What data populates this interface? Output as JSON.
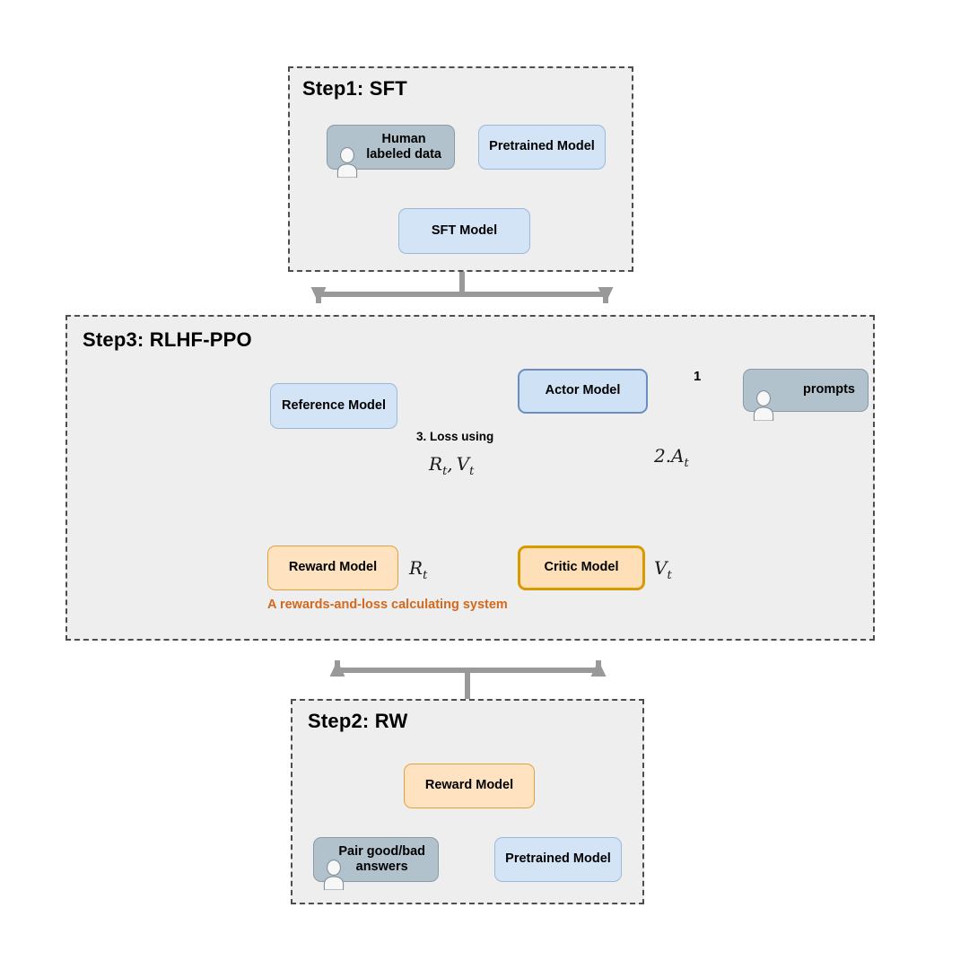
{
  "diagram": {
    "title_visible": false,
    "colors": {
      "group_fill": "#eeeeee",
      "group_border": "#4d4d4d",
      "blue_fill": "#d4e4f7",
      "blue_border": "#9cb8d8",
      "blue_strong_border": "#6c8ebf",
      "gray_fill": "#b1c2cc",
      "orange_fill": "#ffe2bf",
      "orange_border": "#e0a33c",
      "orange_strong_border": "#d79b00",
      "orange_text": "#d2691e",
      "connector_gray": "#999999",
      "wire_black": "#333333"
    }
  },
  "step1": {
    "title": "Step1: SFT",
    "nodes": {
      "human_labeled_data": "Human\nlabeled data",
      "pretrained_model": "Pretrained Model",
      "sft_model": "SFT Model"
    }
  },
  "step3": {
    "title": "Step3: RLHF-PPO",
    "subsystem_caption": "A rewards-and-loss calculating system",
    "nodes": {
      "reference_model": "Reference Model",
      "reward_model": "Reward Model",
      "actor_model": "Actor Model",
      "critic_model": "Critic Model",
      "prompts": "prompts"
    },
    "labels": {
      "arrow_1": "1",
      "advantage": "2.A",
      "advantage_sub": "t",
      "loss_line1": "3. Loss using",
      "loss_line2_r": "R",
      "loss_line2_r_sub": "t",
      "loss_line2_sep": ",",
      "loss_line2_v": "V",
      "loss_line2_v_sub": "t",
      "reward_out": "R",
      "reward_out_sub": "t",
      "value_out": "V",
      "value_out_sub": "t"
    }
  },
  "step2": {
    "title": "Step2: RW",
    "nodes": {
      "reward_model": "Reward Model",
      "pair_answers": "Pair good/bad\nanswers",
      "pretrained_model": "Pretrained Model"
    }
  },
  "icons": {
    "person": "person-icon"
  }
}
